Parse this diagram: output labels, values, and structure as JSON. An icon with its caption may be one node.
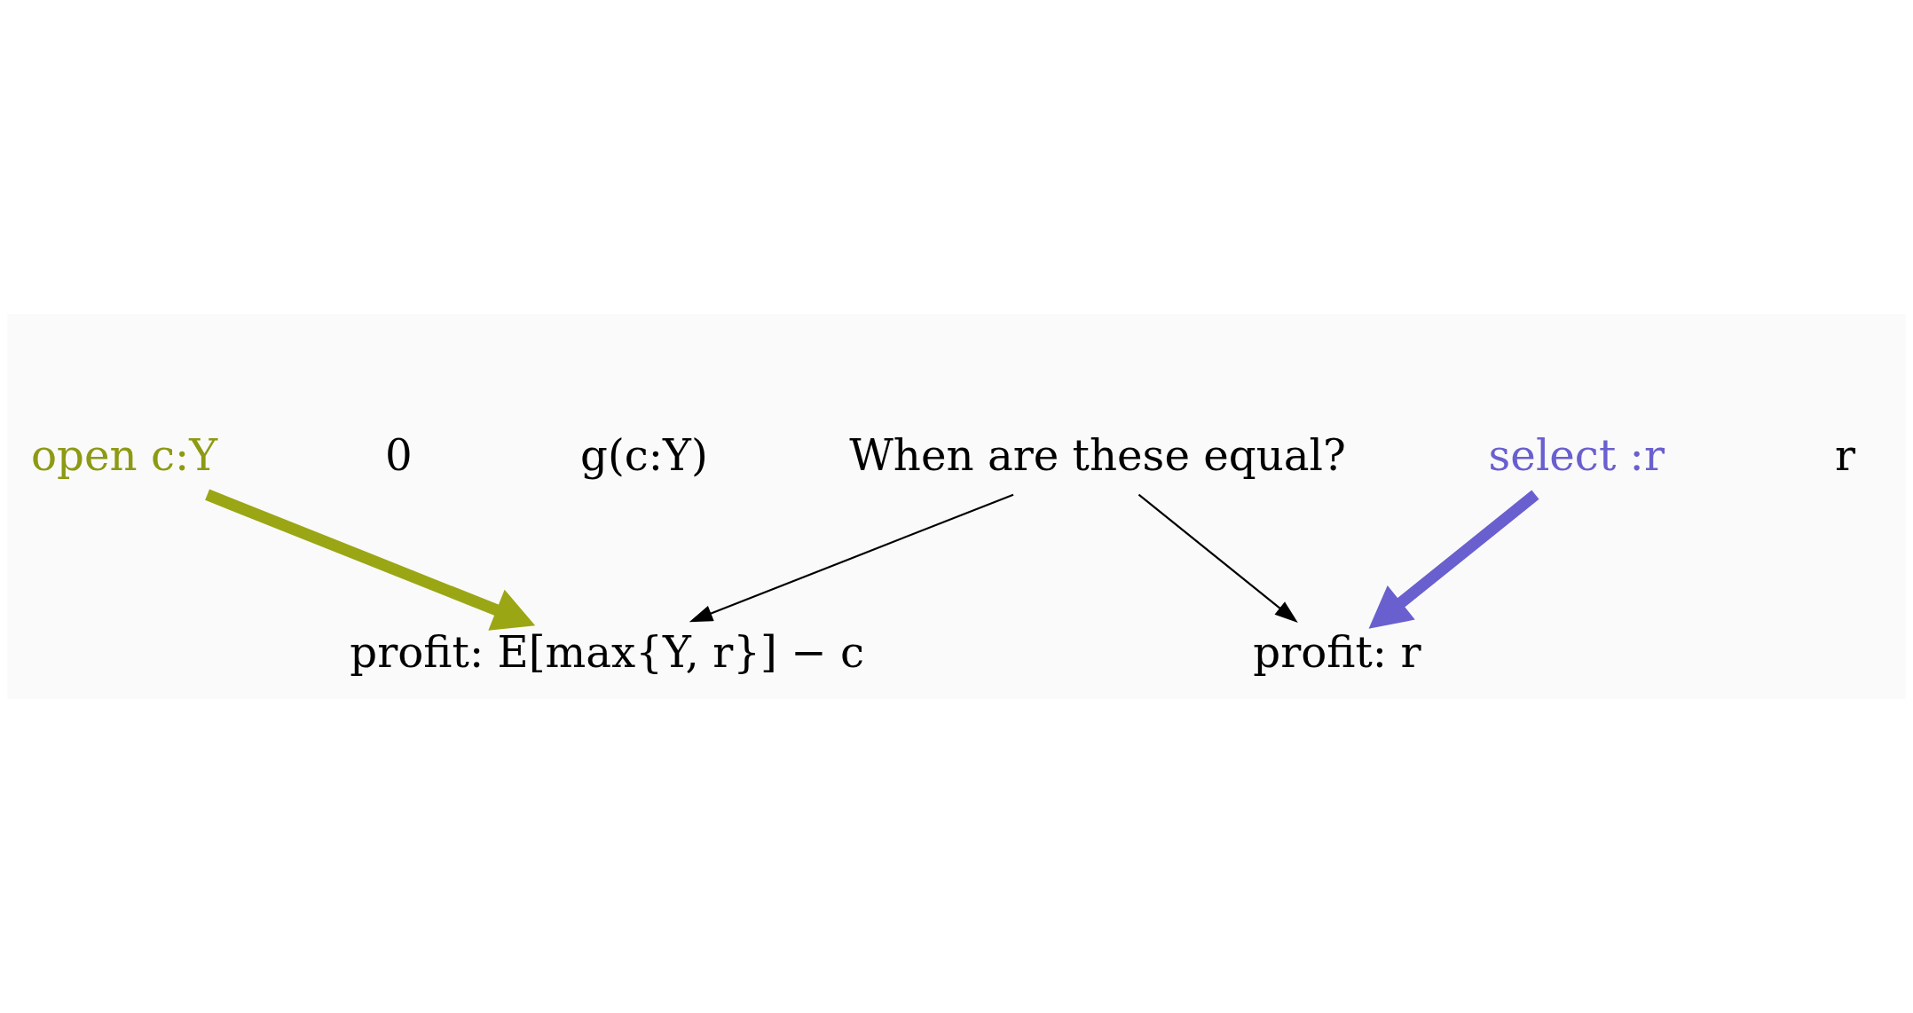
{
  "diagram": {
    "nodes": [
      {
        "text": [
          "open c:Y"
        ]
      },
      {
        "text": [
          "select :r"
        ]
      },
      {
        "text": [
          "profit: E[max{Y, r}] − c"
        ]
      },
      {
        "text": [
          "profit: r"
        ]
      },
      {
        "text": [
          "When are these equal?"
        ]
      }
    ],
    "edges": [
      {
        "from": 0,
        "to": 2,
        "arrow": "to",
        "style": "thick",
        "color": "#9aa614"
      },
      {
        "from": 1,
        "to": 3,
        "arrow": "to",
        "style": "thick",
        "color": "#6a5fcf"
      },
      {
        "from": 4,
        "to": 2,
        "arrow": "to"
      },
      {
        "from": 4,
        "to": 3,
        "arrow": "to"
      }
    ],
    "labels": [
      "0",
      "g(c:Y)",
      "r"
    ]
  }
}
